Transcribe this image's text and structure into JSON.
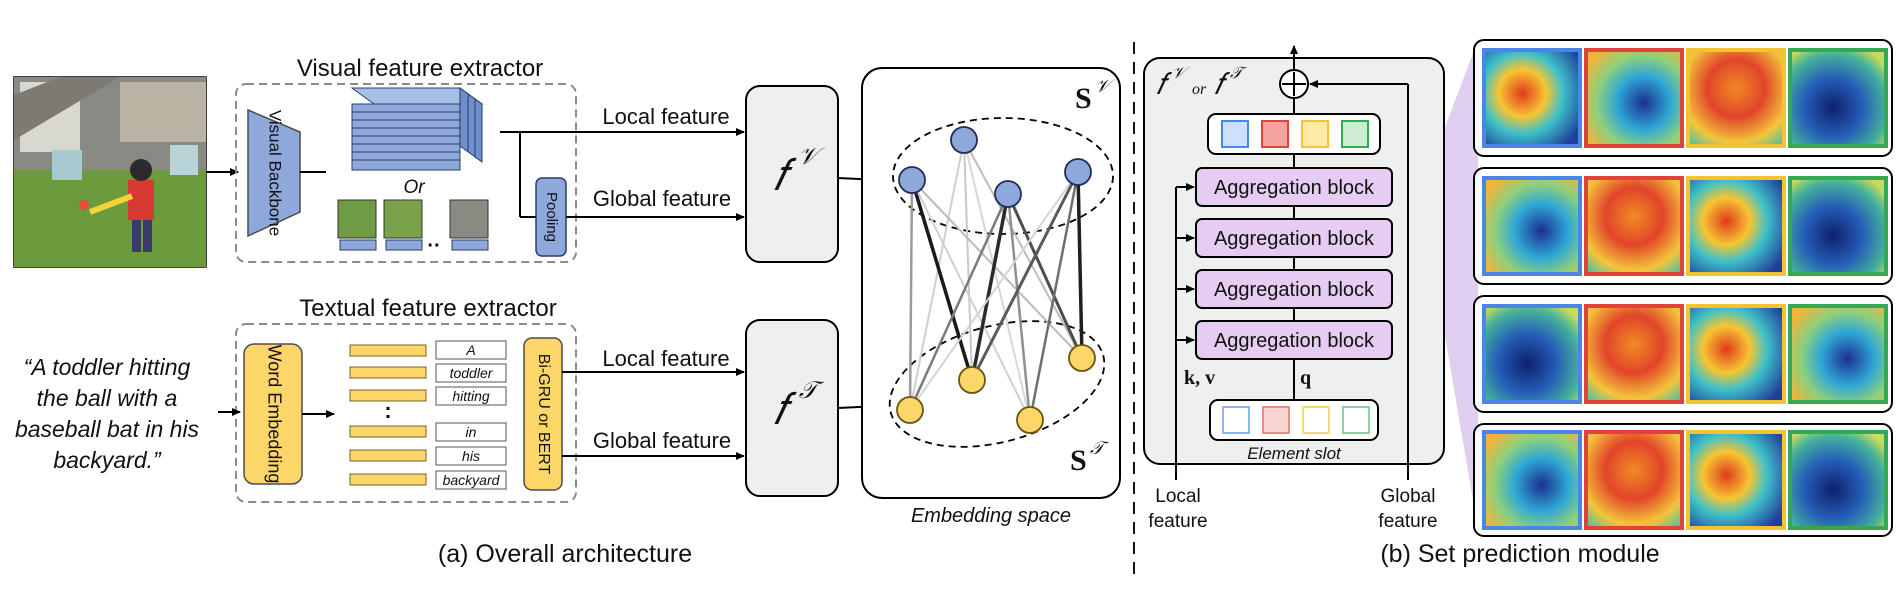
{
  "overall": {
    "visual_extractor_title": "Visual feature extractor",
    "visual_backbone": "Visual Backbone",
    "or_label": "Or",
    "ellipsis_dots": "··",
    "pooling": "Pooling",
    "textual_extractor_title": "Textual feature extractor",
    "caption": "“A toddler hitting the ball with a baseball bat in his backyard.”",
    "caption_lines": [
      "“A toddler hitting",
      "the ball with a",
      "baseball bat in his",
      "backyard.”"
    ],
    "word_embedding": "Word Embedding",
    "tokens": [
      "A",
      "toddler",
      "hitting",
      "in",
      "his",
      "backyard"
    ],
    "vertical_dots": ":",
    "text_encoder": "Bi-GRU or BERT",
    "local_feature": "Local feature",
    "global_feature": "Global feature",
    "f_visual": "𝑓",
    "f_visual_sup": "𝒱",
    "f_text": "𝑓",
    "f_text_sup": "𝒯",
    "s_visual": "S",
    "s_visual_sup": "𝒱",
    "s_text": "S",
    "s_text_sup": "𝒯",
    "embedding_space": "Embedding space",
    "panel_caption": "(a) Overall architecture"
  },
  "set_prediction": {
    "module_title_f1": "𝑓",
    "module_title_sup1": "𝒱",
    "module_title_or": "or",
    "module_title_f2": "𝑓",
    "module_title_sup2": "𝒯",
    "aggregation_blocks": [
      "Aggregation block",
      "Aggregation block",
      "Aggregation block",
      "Aggregation block"
    ],
    "kv_label": "k, v",
    "q_label": "q",
    "element_slot": "Element slot",
    "local_feature_lines": [
      "Local",
      "feature"
    ],
    "global_feature_lines": [
      "Global",
      "feature"
    ],
    "panel_caption": "(b) Set prediction module"
  },
  "colors": {
    "visual_blue": "#8fa8dc",
    "text_yellow": "#fdd66a",
    "aggregation_pink": "#e6ccf2",
    "slot_blue": "#4a86e8",
    "slot_red": "#e0433a",
    "slot_yellow": "#f4c430",
    "slot_green": "#34a853",
    "panel_gray": "#efefef",
    "projection_purple": "#d6bde8"
  }
}
